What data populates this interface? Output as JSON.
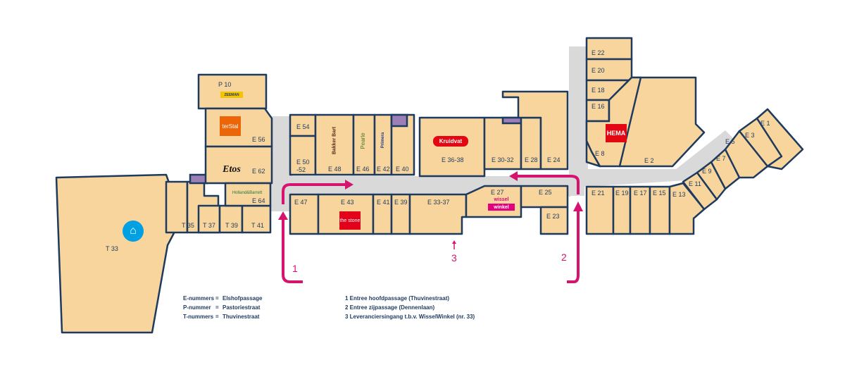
{
  "colors": {
    "shop_fill": "#f7d59d",
    "outline": "#1e3a5f",
    "corridor": "#d9d9d9",
    "arrow": "#d6136f",
    "utility": "#9b7fb6"
  },
  "units": {
    "P10": "P 10",
    "E56": "E 56",
    "E62": "E 62",
    "E64": "E 64",
    "T33": "T 33",
    "T35": "T 35",
    "T37": "T 37",
    "T39": "T 39",
    "T41": "T 41",
    "E54": "E 54",
    "E50": "E 50",
    "E50b": "-52",
    "E48": "E 48",
    "E46": "E 46",
    "E42": "E 42",
    "E40": "E 40",
    "E36": "E 36-38",
    "E30": "E 30-32",
    "E28": "E 28",
    "E24": "E 24",
    "E47": "E 47",
    "E43": "E 43",
    "E41": "E 41",
    "E39": "E 39",
    "E33": "E 33-37",
    "E27": "E 27",
    "E25": "E 25",
    "E23": "E 23",
    "E22": "E 22",
    "E20": "E 20",
    "E18": "E 18",
    "E16": "E 16",
    "E8": "E 8",
    "E2": "E 2",
    "E21": "E 21",
    "E19": "E 19",
    "E17": "E 17",
    "E15": "E 15",
    "E13": "E 13",
    "E11": "E 11",
    "E9": "E 9",
    "E7": "E 7",
    "E5": "E 5",
    "E3": "E 3",
    "E1": "E 1"
  },
  "logos": {
    "zeeman": "ZEEMAN",
    "terstal": "terStal",
    "etos": "Etos",
    "holland": "Holland&Barrett",
    "bakker": "Bakker Bart",
    "pearle": "Pearle",
    "primera": "Primera",
    "kruidvat": "Kruidvat",
    "thestone": "the stone",
    "wissel": "wissel",
    "winkel": "winkel",
    "hema": "HEMA"
  },
  "entrances": [
    "1",
    "2",
    "3"
  ],
  "legend": {
    "left": [
      {
        "key": "E-nummers",
        "value": "Elshofpassage"
      },
      {
        "key": "P-nummer",
        "value": "Pastoriestraat"
      },
      {
        "key": "T-nummers",
        "value": "Thuvinestraat"
      }
    ],
    "right": [
      "1 Entree hoofdpassage (Thuvinestraat)",
      "2 Entree zijpassage (Dennenlaan)",
      "3 Leveranciersingang t.b.v. WisselWinkel (nr. 33)"
    ]
  }
}
